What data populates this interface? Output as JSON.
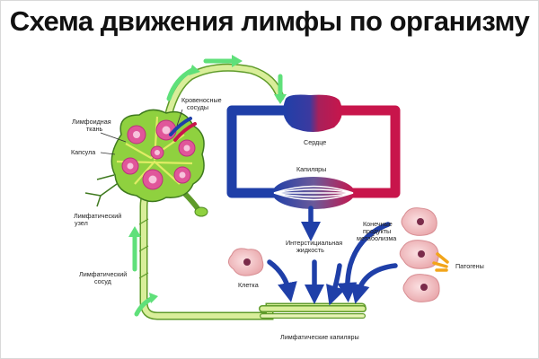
{
  "title": "Схема движения лимфы по организму",
  "labels": {
    "lymphoid_tissue_line1": "Лимфоидная",
    "lymphoid_tissue_line2": "ткань",
    "capsule": "Капсула",
    "lymph_node_line1": "Лимфатический",
    "lymph_node_line2": "узел",
    "lymph_vessel_line1": "Лимфатический",
    "lymph_vessel_line2": "сосуд",
    "blood_vessels_line1": "Кровеносные",
    "blood_vessels_line2": "сосуды",
    "heart": "Сердце",
    "capillaries": "Капиляры",
    "interstitial_line1": "Интерстициальная",
    "interstitial_line2": "жидкость",
    "metabolic_line1": "Конечные",
    "metabolic_line2": "продукты",
    "metabolic_line3": "метаболизма",
    "cell": "Клетка",
    "pathogens": "Патогены",
    "lymph_capillaries": "Лимфатические капиляры"
  },
  "colors": {
    "arterial": "#c8154b",
    "venous": "#1f3fa8",
    "lymph_vessel": "#d9ee9a",
    "lymph_vessel_edge": "#5f9b2a",
    "flow_arrow": "#5fe07a",
    "node_fill": "#8fd13f",
    "follicle": "#e0569a",
    "cell_fill": "#f4c6c8",
    "pathogen": "#f2a51a"
  },
  "icons": [
    "flow-arrow-icon",
    "heart-icon",
    "cell-icon",
    "pathogen-icon"
  ]
}
